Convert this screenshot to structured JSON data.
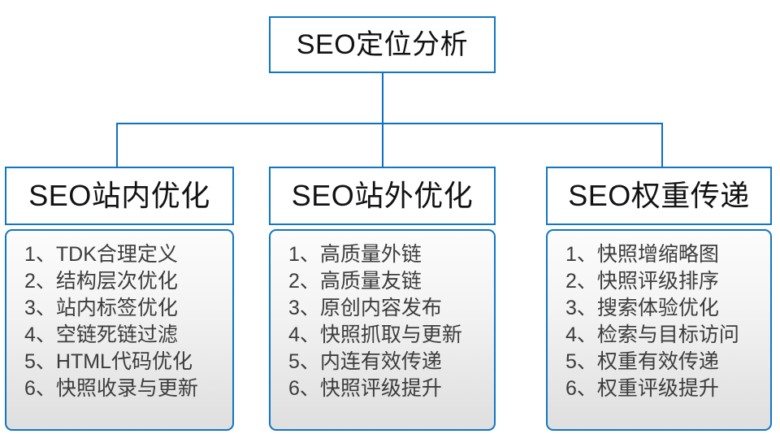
{
  "diagram": {
    "title": "SEO定位分析",
    "accent_color": "#1176c4",
    "connector_color": "#0f6fc0",
    "root": {
      "label": "SEO定位分析"
    },
    "columns": [
      {
        "header": "SEO站内优化",
        "items": [
          {
            "index": "1、",
            "text": "TDK合理定义"
          },
          {
            "index": "2、",
            "text": "结构层次优化"
          },
          {
            "index": "3、",
            "text": "站内标签优化"
          },
          {
            "index": "4、",
            "text": "空链死链过滤"
          },
          {
            "index": "5、",
            "text": "HTML代码优化"
          },
          {
            "index": "6、",
            "text": "快照收录与更新"
          }
        ]
      },
      {
        "header": "SEO站外优化",
        "items": [
          {
            "index": "1、",
            "text": "高质量外链"
          },
          {
            "index": "2、",
            "text": "高质量友链"
          },
          {
            "index": "3、",
            "text": "原创内容发布"
          },
          {
            "index": "4、",
            "text": "快照抓取与更新"
          },
          {
            "index": "5、",
            "text": "内连有效传递"
          },
          {
            "index": "6、",
            "text": "快照评级提升"
          }
        ]
      },
      {
        "header": "SEO权重传递",
        "items": [
          {
            "index": "1、",
            "text": "快照增缩略图"
          },
          {
            "index": "2、",
            "text": "快照评级排序"
          },
          {
            "index": "3、",
            "text": "搜索体验优化"
          },
          {
            "index": "4、",
            "text": "检索与目标访问"
          },
          {
            "index": "5、",
            "text": "权重有效传递"
          },
          {
            "index": "6、",
            "text": "权重评级提升"
          }
        ]
      }
    ]
  }
}
